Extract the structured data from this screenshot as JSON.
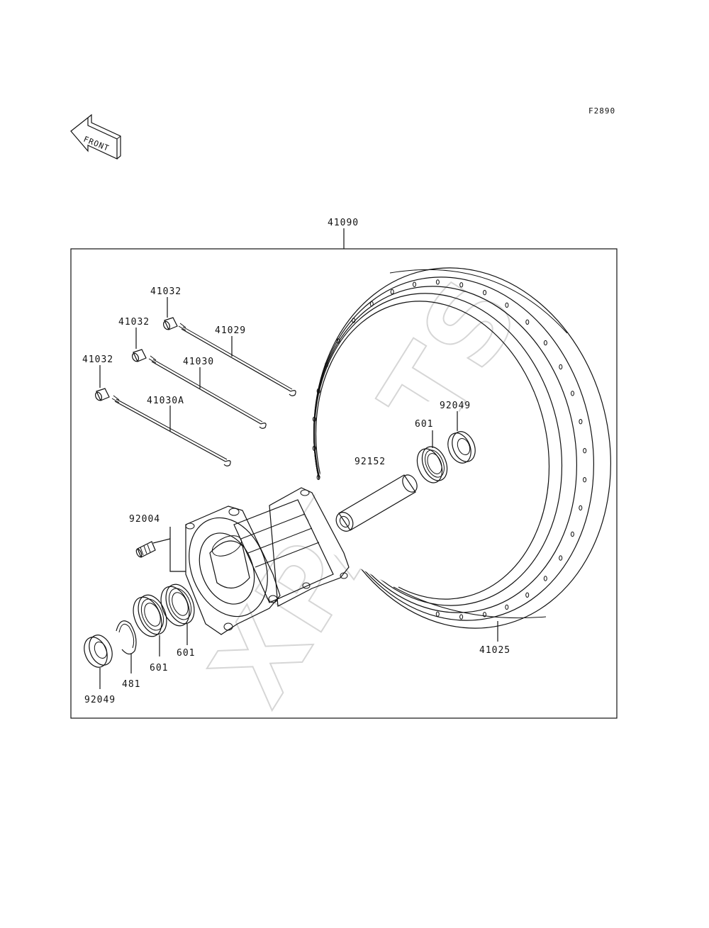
{
  "diagram_code": "F2890",
  "front_label": "FRONT",
  "watermark": "XPARTS",
  "callouts": {
    "assembly": "41090",
    "nipple_a": "41032",
    "nipple_b": "41032",
    "nipple_c": "41032",
    "spoke_outer": "41029",
    "spoke_middle": "41030",
    "spoke_inner": "41030A",
    "valve": "92004",
    "rim": "41025",
    "collar": "92152",
    "bearing_right": "601",
    "seal_right": "92049",
    "bearing_left_inner": "601",
    "bearing_left_outer": "601",
    "circlip": "481",
    "seal_left": "92049"
  }
}
